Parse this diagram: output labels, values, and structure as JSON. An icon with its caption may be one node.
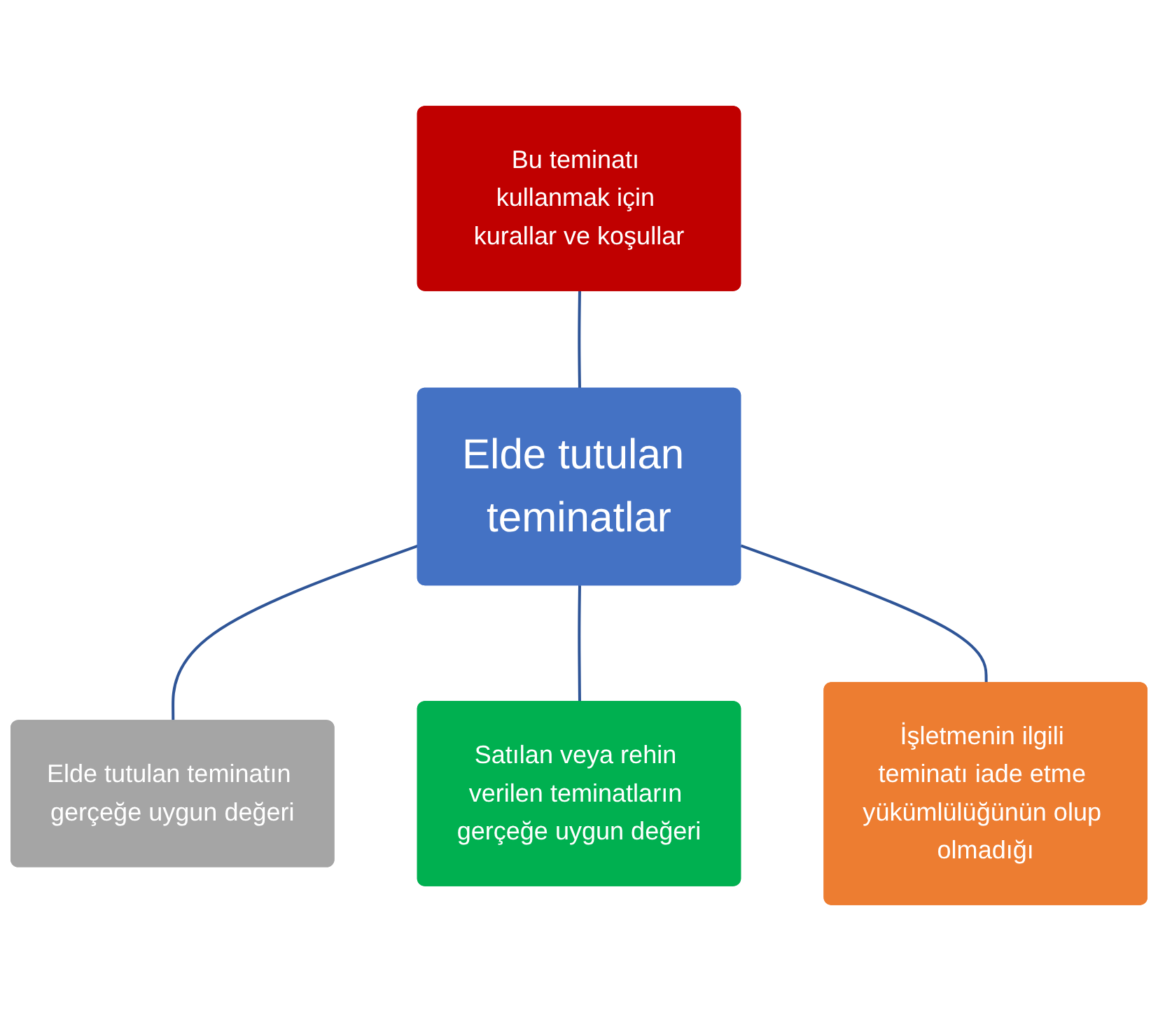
{
  "diagram": {
    "nodes": [
      {
        "text": [
          "Elde tutulan teminatın gerçeğe uygun değeri"
        ]
      },
      {
        "text": [
          "Bu teminatı kullanmak için kurallar ve koşullar"
        ]
      },
      {
        "text": [
          "Elde tutulan teminatlar"
        ]
      },
      {
        "text": [
          "Satılan veya rehin verilen teminatların gerçeğe uygun değeri"
        ]
      },
      {
        "text": [
          "İşletmenin ilgili teminatı iade etme yükümlülüğünün olup olmadığı"
        ]
      }
    ],
    "edges": [
      {
        "from": 2,
        "to": 0,
        "arrow": "none"
      },
      {
        "from": 1,
        "to": 2,
        "arrow": "none"
      },
      {
        "from": 2,
        "to": 3,
        "arrow": "none"
      },
      {
        "from": 2,
        "to": 4,
        "arrow": "none"
      }
    ]
  }
}
